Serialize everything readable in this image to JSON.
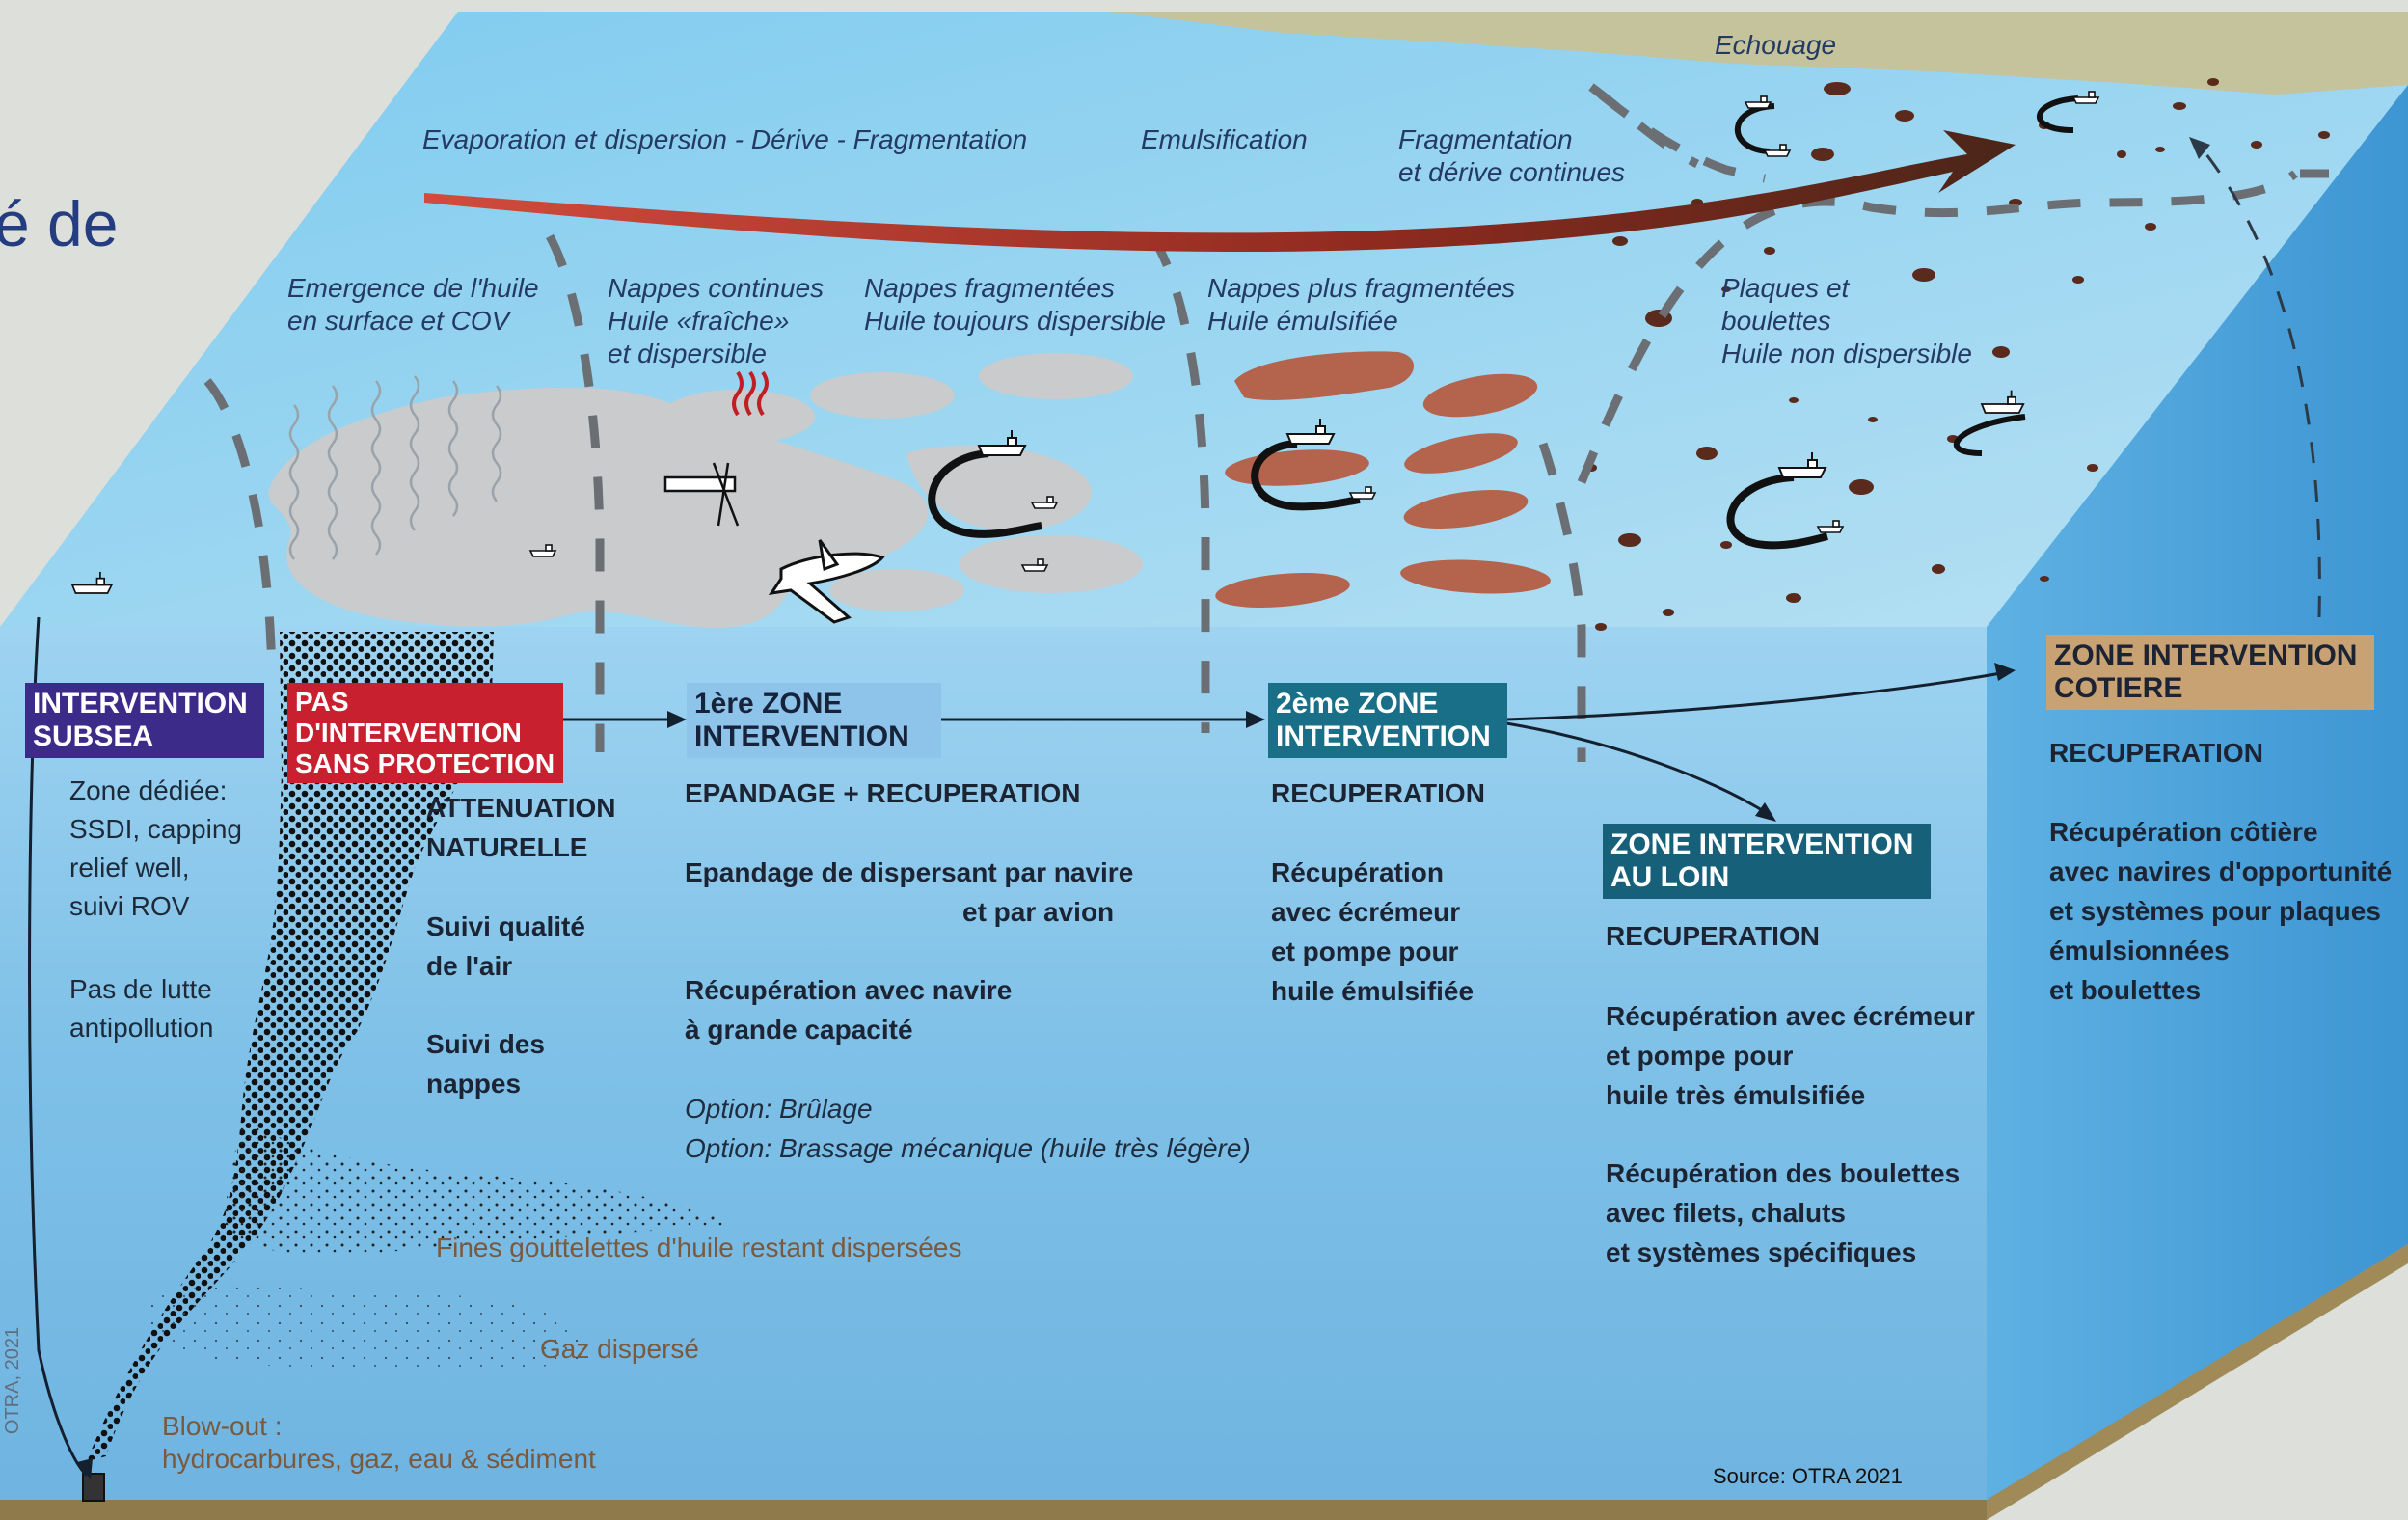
{
  "page": {
    "partial_title": "é de",
    "source_note": "Source: OTRA 2021",
    "vertical_credit": "OTRA, 2021"
  },
  "colors": {
    "ocean_surface": "#8fd0ee",
    "water_front": "#7fc1e7",
    "water_side": "#4ea6dc",
    "shore": "#c4c39b",
    "slick_grey": "#c7c9cc",
    "slick_emulsion": "#b5634c",
    "tar_ball": "#5a2a1d",
    "tag_purple": "#3c2b88",
    "tag_red": "#c8202f",
    "tag_light_blue": "#8fc4ea",
    "tag_teal": "#196e88",
    "tag_teal_dark": "#17607a",
    "tag_tan": "#c9a274"
  },
  "surface_labels": {
    "echouage": "Echouage",
    "processes": "Evaporation et dispersion  -  Dérive  -  Fragmentation",
    "emulsification": "Emulsification",
    "fragmentation_continue": "Fragmentation\net dérive continues",
    "emergence": "Emergence de l'huile\nen surface et COV",
    "nappes_continues": "Nappes continues\nHuile «fraîche»\net dispersible",
    "nappes_fragmentees": "Nappes fragmentées\nHuile toujours dispersible",
    "nappes_plus_fragmentees": "Nappes  plus fragmentées\nHuile émulsifiée",
    "plaques": "Plaques et\nboulettes\nHuile non dispersible"
  },
  "icons": [
    "vessel-icon",
    "aircraft-icon",
    "plane-icon",
    "boom-icon",
    "fire-icon",
    "flow-arrow-icon",
    "wellhead-icon"
  ],
  "zones": {
    "subsea": {
      "title": "INTERVENTION\nSUBSEA",
      "text1": "Zone dédiée:\nSSDI, capping\nrelief well,\nsuivi ROV",
      "text2": "Pas de lutte\nantipollution"
    },
    "no_intervention": {
      "title": "PAS\nD'INTERVENTION\nSANS PROTECTION",
      "sub1": "ATTENUATION\nNATURELLE",
      "sub2": "Suivi qualité\nde l'air",
      "sub3": "Suivi des\nnappes"
    },
    "zone1": {
      "title": "1ère ZONE\nINTERVENTION",
      "subtitle": "EPANDAGE + RECUPERATION",
      "text1a": "Epandage de dispersant par navire",
      "text1b": "et par avion",
      "text2": "Récupération avec navire\nà grande capacité",
      "option1": "Option: Brûlage",
      "option2": "Option: Brassage mécanique (huile très légère)"
    },
    "zone2": {
      "title": "2ème ZONE\nINTERVENTION",
      "subtitle": "RECUPERATION",
      "text": "Récupération\navec écrémeur\net pompe pour\nhuile émulsifiée"
    },
    "far": {
      "title": "ZONE INTERVENTION\nAU LOIN",
      "subtitle": "RECUPERATION",
      "text1": "Récupération avec écrémeur\net pompe pour\nhuile très émulsifiée",
      "text2": "Récupération des boulettes\navec filets, chaluts\net systèmes spécifiques"
    },
    "coastal": {
      "title": "ZONE INTERVENTION\nCOTIERE",
      "subtitle": "RECUPERATION",
      "text": "Récupération côtière\navec navires d'opportunité\net systèmes pour plaques\némulsionnées\net boulettes"
    }
  },
  "subsurface_labels": {
    "droplets": "Fines gouttelettes d'huile restant dispersées",
    "gas": "Gaz dispersé",
    "blowout": "Blow-out :\nhydrocarbures, gaz, eau & sédiment"
  }
}
